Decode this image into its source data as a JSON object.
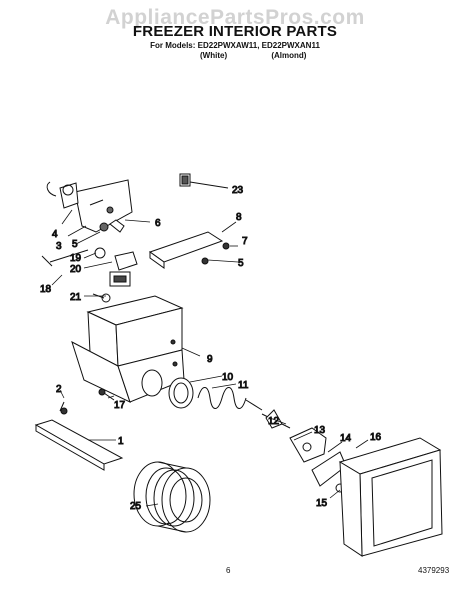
{
  "watermark": "AppliancePartsPros.com",
  "title": "FREEZER INTERIOR PARTS",
  "models_line": "For Models: ED22PWXAW11, ED22PWXAN11",
  "variants": [
    "(White)",
    "(Almond)"
  ],
  "page_number": "6",
  "doc_number": "4379293",
  "callouts": [
    "1",
    "2",
    "3",
    "4",
    "5",
    "5",
    "6",
    "7",
    "8",
    "9",
    "10",
    "11",
    "12",
    "13",
    "14",
    "15",
    "16",
    "17",
    "18",
    "19",
    "20",
    "21",
    "23",
    "25"
  ]
}
